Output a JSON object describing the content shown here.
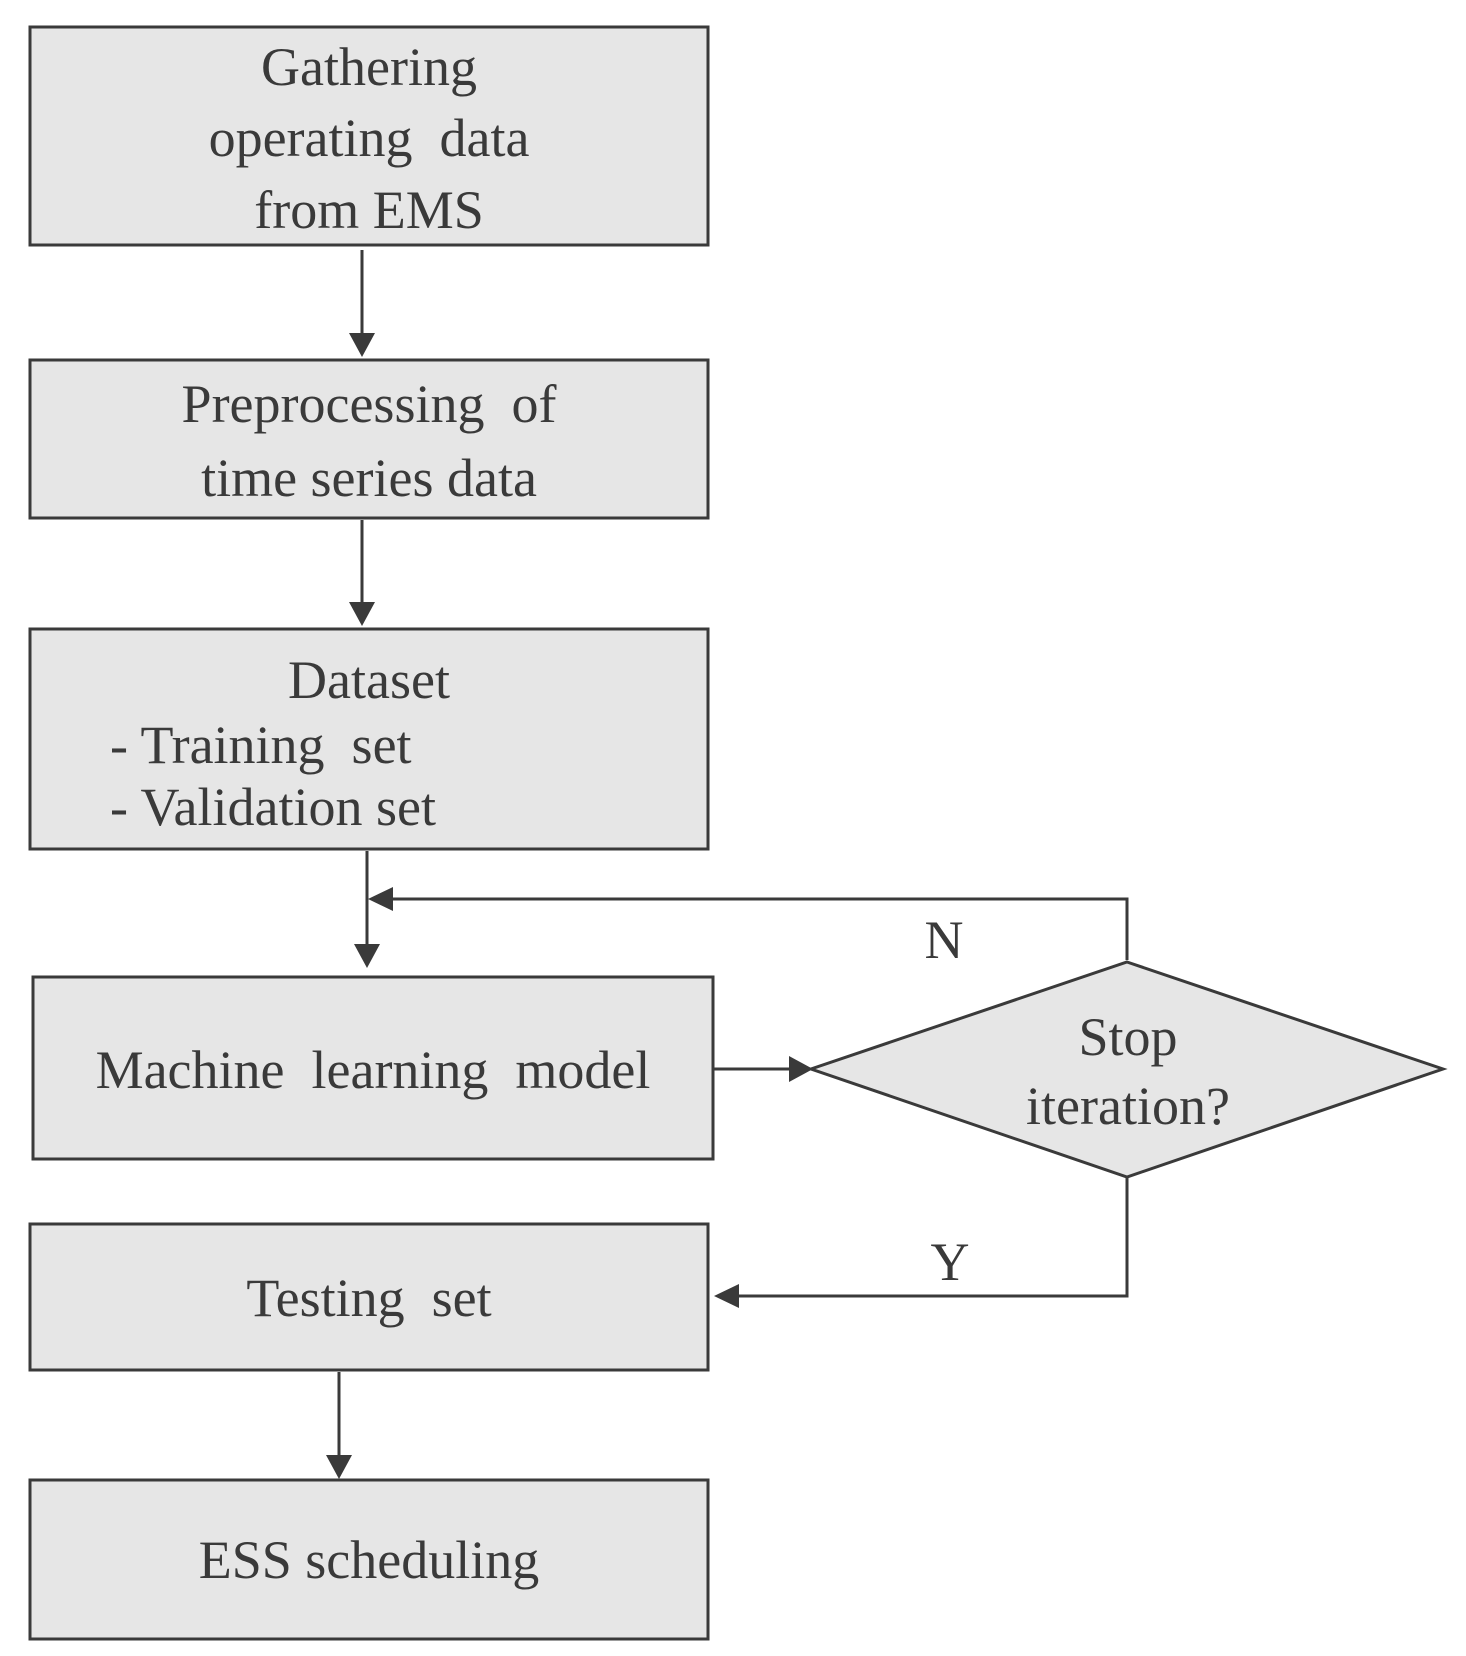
{
  "nodes": {
    "gather": {
      "lines": [
        "Gathering",
        "operating  data",
        "from EMS"
      ]
    },
    "preprocess": {
      "lines": [
        "Preprocessing  of",
        "time series data"
      ]
    },
    "dataset": {
      "title": "Dataset",
      "items": [
        "- Training  set",
        "- Validation set"
      ]
    },
    "model": {
      "label": "Machine  learning  model"
    },
    "decision": {
      "lines": [
        "Stop",
        "iteration?"
      ]
    },
    "testing": {
      "label": "Testing  set"
    },
    "ess": {
      "label": "ESS scheduling"
    }
  },
  "edges": {
    "no_label": "N",
    "yes_label": "Y"
  }
}
